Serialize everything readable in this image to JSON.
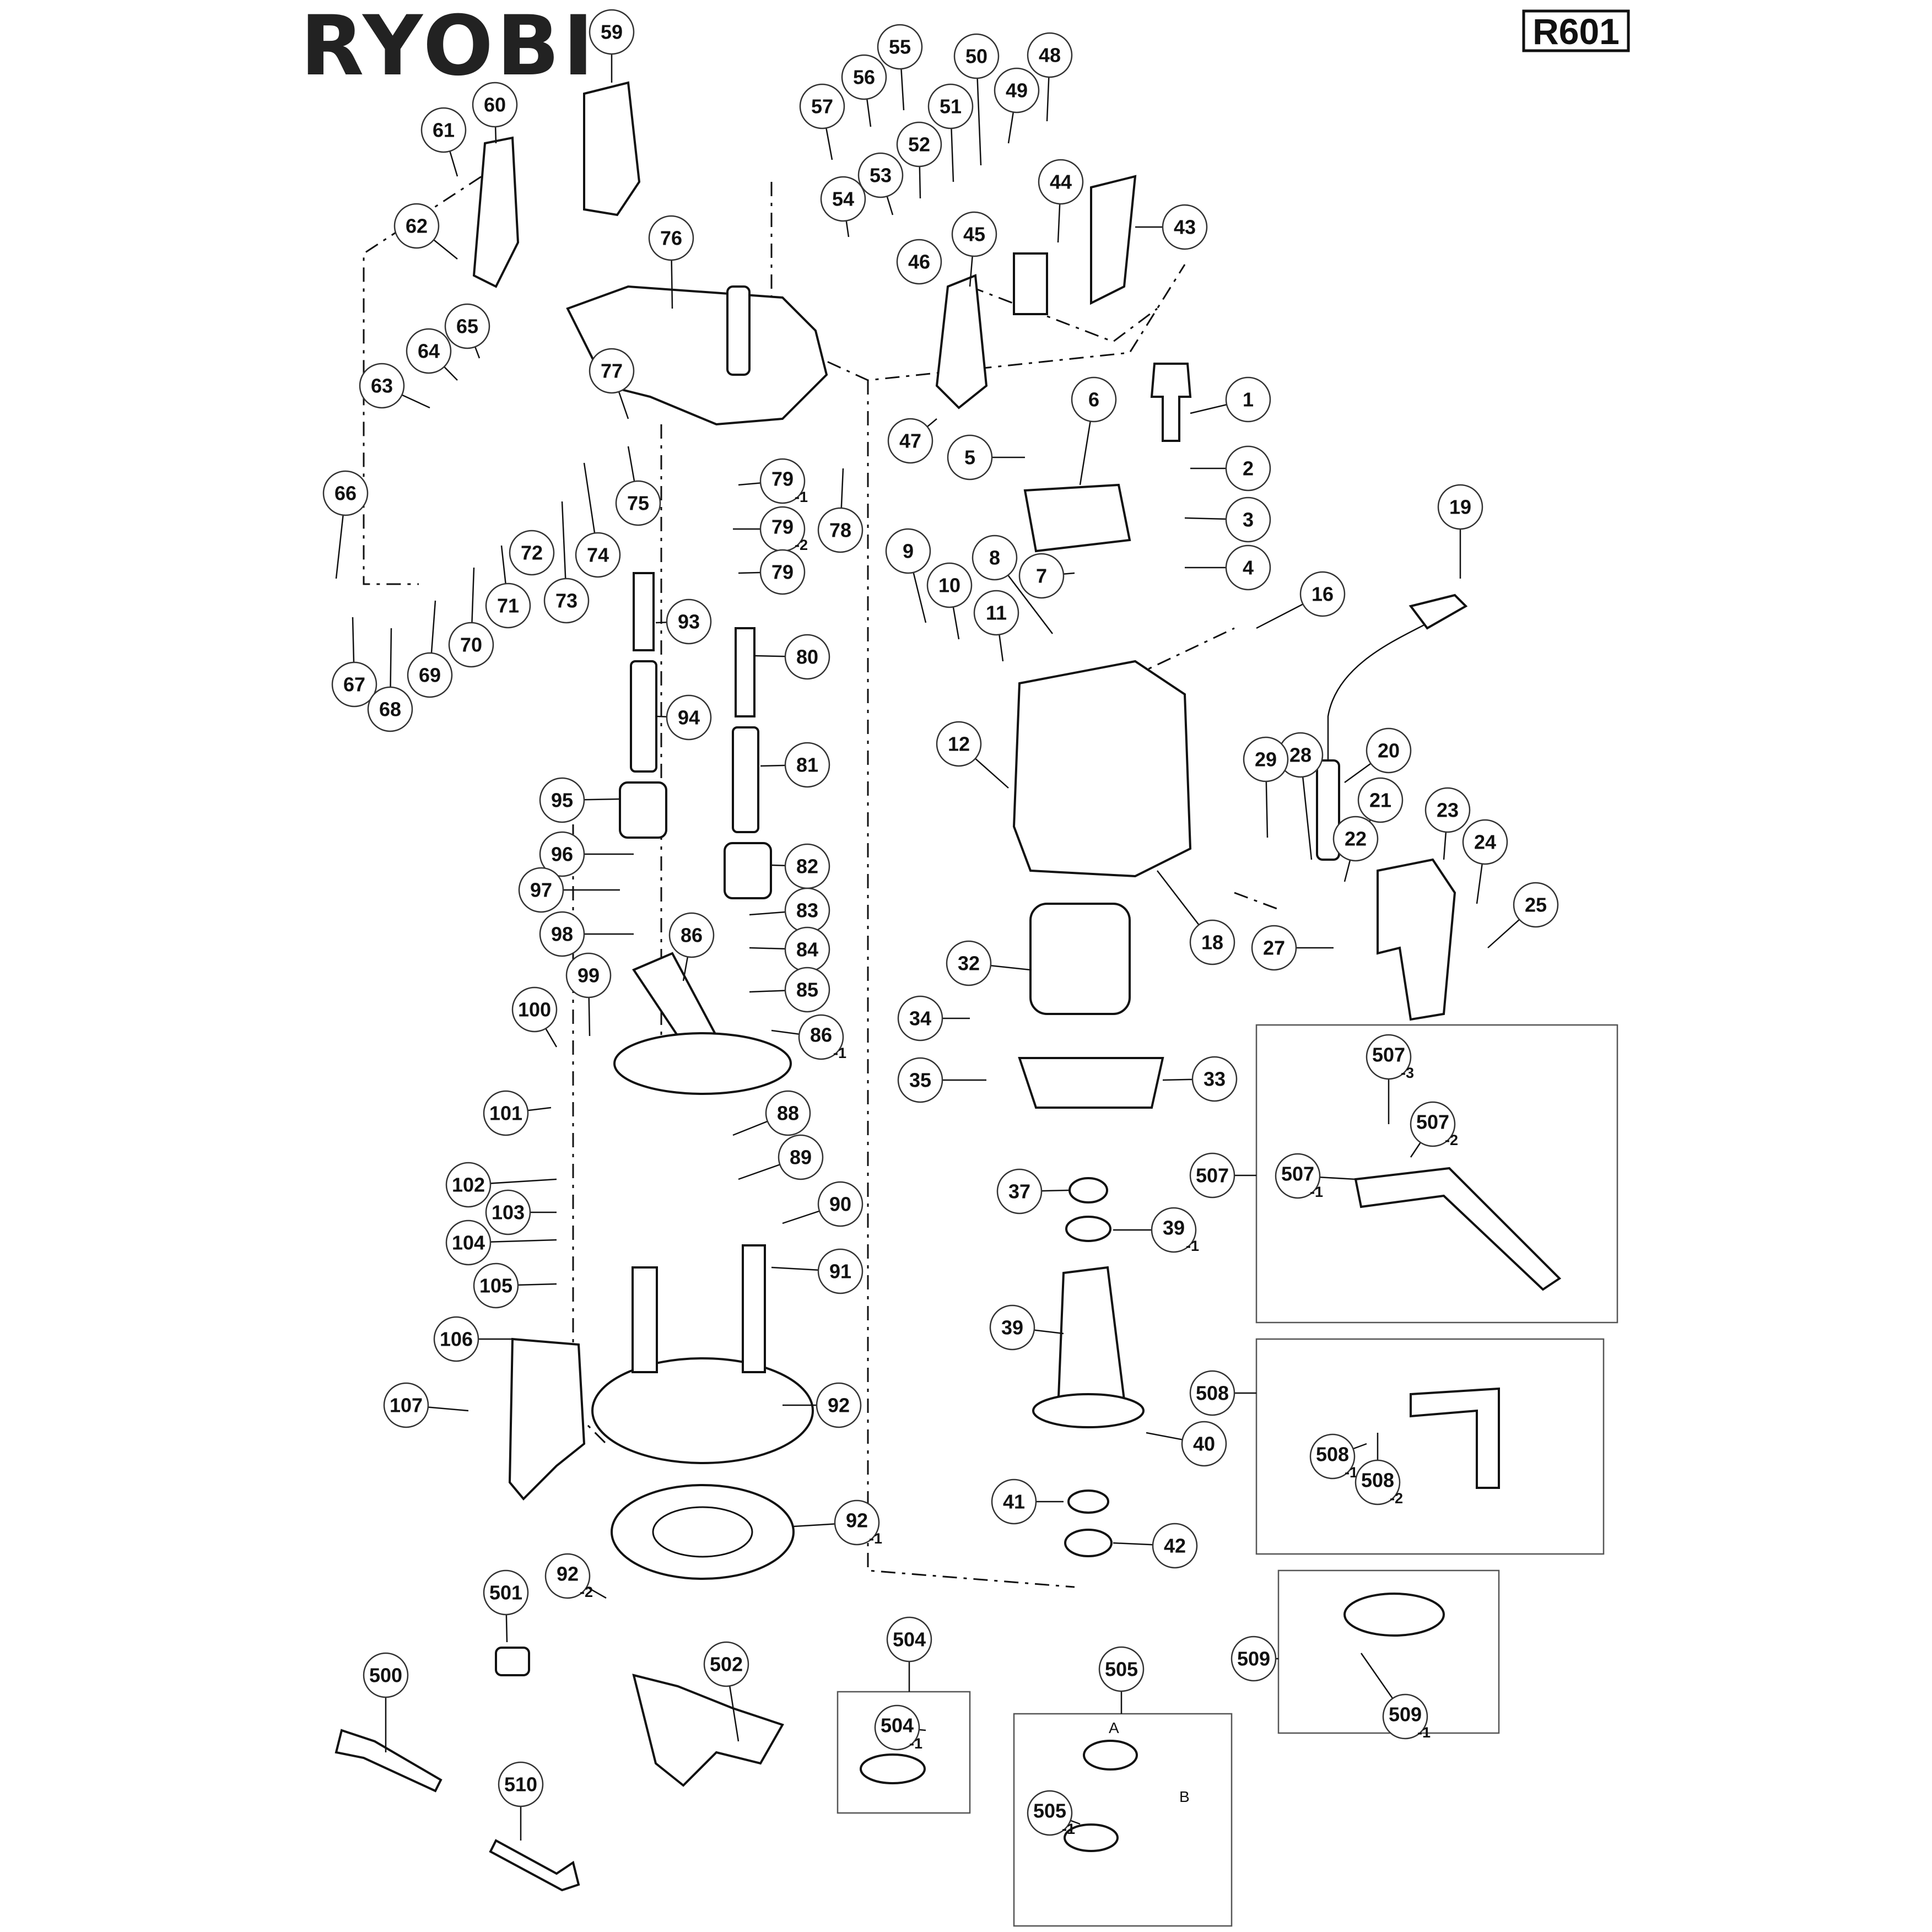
{
  "brand": "RYOBI",
  "model": "R601",
  "dimension_labels": [
    "A",
    "B"
  ],
  "callouts": [
    {
      "num": "1"
    },
    {
      "num": "2"
    },
    {
      "num": "3"
    },
    {
      "num": "4"
    },
    {
      "num": "5"
    },
    {
      "num": "6"
    },
    {
      "num": "7"
    },
    {
      "num": "8"
    },
    {
      "num": "9"
    },
    {
      "num": "10"
    },
    {
      "num": "11"
    },
    {
      "num": "12"
    },
    {
      "num": "16"
    },
    {
      "num": "18"
    },
    {
      "num": "19"
    },
    {
      "num": "20"
    },
    {
      "num": "21"
    },
    {
      "num": "22"
    },
    {
      "num": "23"
    },
    {
      "num": "24"
    },
    {
      "num": "25"
    },
    {
      "num": "27"
    },
    {
      "num": "28"
    },
    {
      "num": "29"
    },
    {
      "num": "32"
    },
    {
      "num": "33"
    },
    {
      "num": "34"
    },
    {
      "num": "35"
    },
    {
      "num": "37"
    },
    {
      "num": "39",
      "suffix": "-1"
    },
    {
      "num": "39"
    },
    {
      "num": "40"
    },
    {
      "num": "41"
    },
    {
      "num": "42"
    },
    {
      "num": "43"
    },
    {
      "num": "44"
    },
    {
      "num": "45"
    },
    {
      "num": "46"
    },
    {
      "num": "47"
    },
    {
      "num": "48"
    },
    {
      "num": "49"
    },
    {
      "num": "50"
    },
    {
      "num": "51"
    },
    {
      "num": "52"
    },
    {
      "num": "53"
    },
    {
      "num": "54"
    },
    {
      "num": "55"
    },
    {
      "num": "56"
    },
    {
      "num": "57"
    },
    {
      "num": "59"
    },
    {
      "num": "60"
    },
    {
      "num": "61"
    },
    {
      "num": "62"
    },
    {
      "num": "63"
    },
    {
      "num": "64"
    },
    {
      "num": "65"
    },
    {
      "num": "66"
    },
    {
      "num": "67"
    },
    {
      "num": "68"
    },
    {
      "num": "69"
    },
    {
      "num": "70"
    },
    {
      "num": "71"
    },
    {
      "num": "72"
    },
    {
      "num": "73"
    },
    {
      "num": "74"
    },
    {
      "num": "75"
    },
    {
      "num": "76"
    },
    {
      "num": "77"
    },
    {
      "num": "78"
    },
    {
      "num": "79",
      "suffix": "-1"
    },
    {
      "num": "79",
      "suffix": "-2"
    },
    {
      "num": "79"
    },
    {
      "num": "80"
    },
    {
      "num": "81"
    },
    {
      "num": "82"
    },
    {
      "num": "83"
    },
    {
      "num": "84"
    },
    {
      "num": "85"
    },
    {
      "num": "86"
    },
    {
      "num": "86",
      "suffix": "-1"
    },
    {
      "num": "88"
    },
    {
      "num": "89"
    },
    {
      "num": "90"
    },
    {
      "num": "91"
    },
    {
      "num": "92"
    },
    {
      "num": "92",
      "suffix": "-1"
    },
    {
      "num": "92",
      "suffix": "-2"
    },
    {
      "num": "93"
    },
    {
      "num": "94"
    },
    {
      "num": "95"
    },
    {
      "num": "96"
    },
    {
      "num": "97"
    },
    {
      "num": "98"
    },
    {
      "num": "99"
    },
    {
      "num": "100"
    },
    {
      "num": "101"
    },
    {
      "num": "102"
    },
    {
      "num": "103"
    },
    {
      "num": "104"
    },
    {
      "num": "105"
    },
    {
      "num": "106"
    },
    {
      "num": "107"
    },
    {
      "num": "500"
    },
    {
      "num": "501"
    },
    {
      "num": "502"
    },
    {
      "num": "504"
    },
    {
      "num": "504",
      "suffix": "-1"
    },
    {
      "num": "505"
    },
    {
      "num": "505",
      "suffix": "-1"
    },
    {
      "num": "507"
    },
    {
      "num": "507",
      "suffix": "-1"
    },
    {
      "num": "507",
      "suffix": "-2"
    },
    {
      "num": "507",
      "suffix": "-3"
    },
    {
      "num": "508"
    },
    {
      "num": "508",
      "suffix": "-1"
    },
    {
      "num": "508",
      "suffix": "-2"
    },
    {
      "num": "509"
    },
    {
      "num": "509",
      "suffix": "-1"
    },
    {
      "num": "510"
    }
  ]
}
